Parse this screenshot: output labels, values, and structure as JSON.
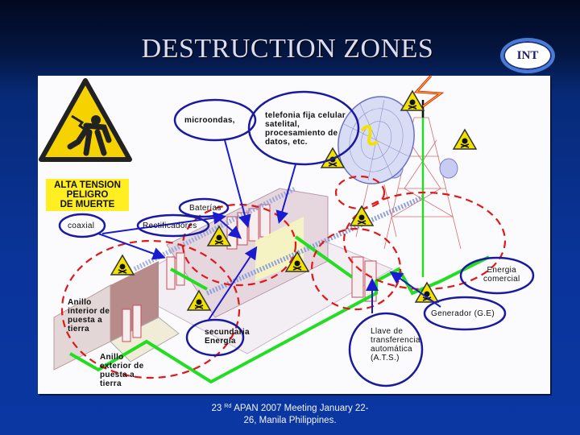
{
  "slide": {
    "title": "DESTRUCTION ZONES",
    "badge": "INT",
    "footer": {
      "line1_prefix": "23",
      "line1_sup": "Rd",
      "line1_rest": "APAN 2007 Meeting January 22-",
      "line2": "26, Manila Philippines."
    }
  },
  "warning_sign": {
    "icon": "high-voltage-warning-icon",
    "text_line1": "ALTA TENSION",
    "text_line2": "PELIGRO",
    "text_line3": "DE MUERTE"
  },
  "diagram": {
    "labels": {
      "microondas": "microondas,",
      "telefonia_1": "telefonia fija celular",
      "telefonia_2": "satelital,",
      "telefonia_3": "procesamiento de",
      "telefonia_4": "datos, etc.",
      "baterias": "Baterías",
      "coaxial": "coaxial",
      "rectificadores": "Rectificadores",
      "energia_comercial_1": "Energia",
      "energia_comercial_2": "comercial",
      "generador": "Generador (G.E)",
      "anillo_interior_1": "Anillo",
      "anillo_interior_2": "interior de",
      "anillo_interior_3": "puesta a",
      "anillo_interior_4": "tierra",
      "secundaria_1": "secundaria",
      "secundaria_2": "Energía",
      "ats_1": "Llave de",
      "ats_2": "transferencia",
      "ats_3": "automática",
      "ats_4": "(A.T.S.)",
      "anillo_exterior_1": "Anillo",
      "anillo_exterior_2": "exterior de",
      "anillo_exterior_3": "puesta a",
      "anillo_exterior_4": "tierra"
    },
    "colors": {
      "callout": "#1a1aa0",
      "danger_zone": "#e01818",
      "power_line": "#22dd22",
      "hazard": "#f2e200"
    }
  }
}
